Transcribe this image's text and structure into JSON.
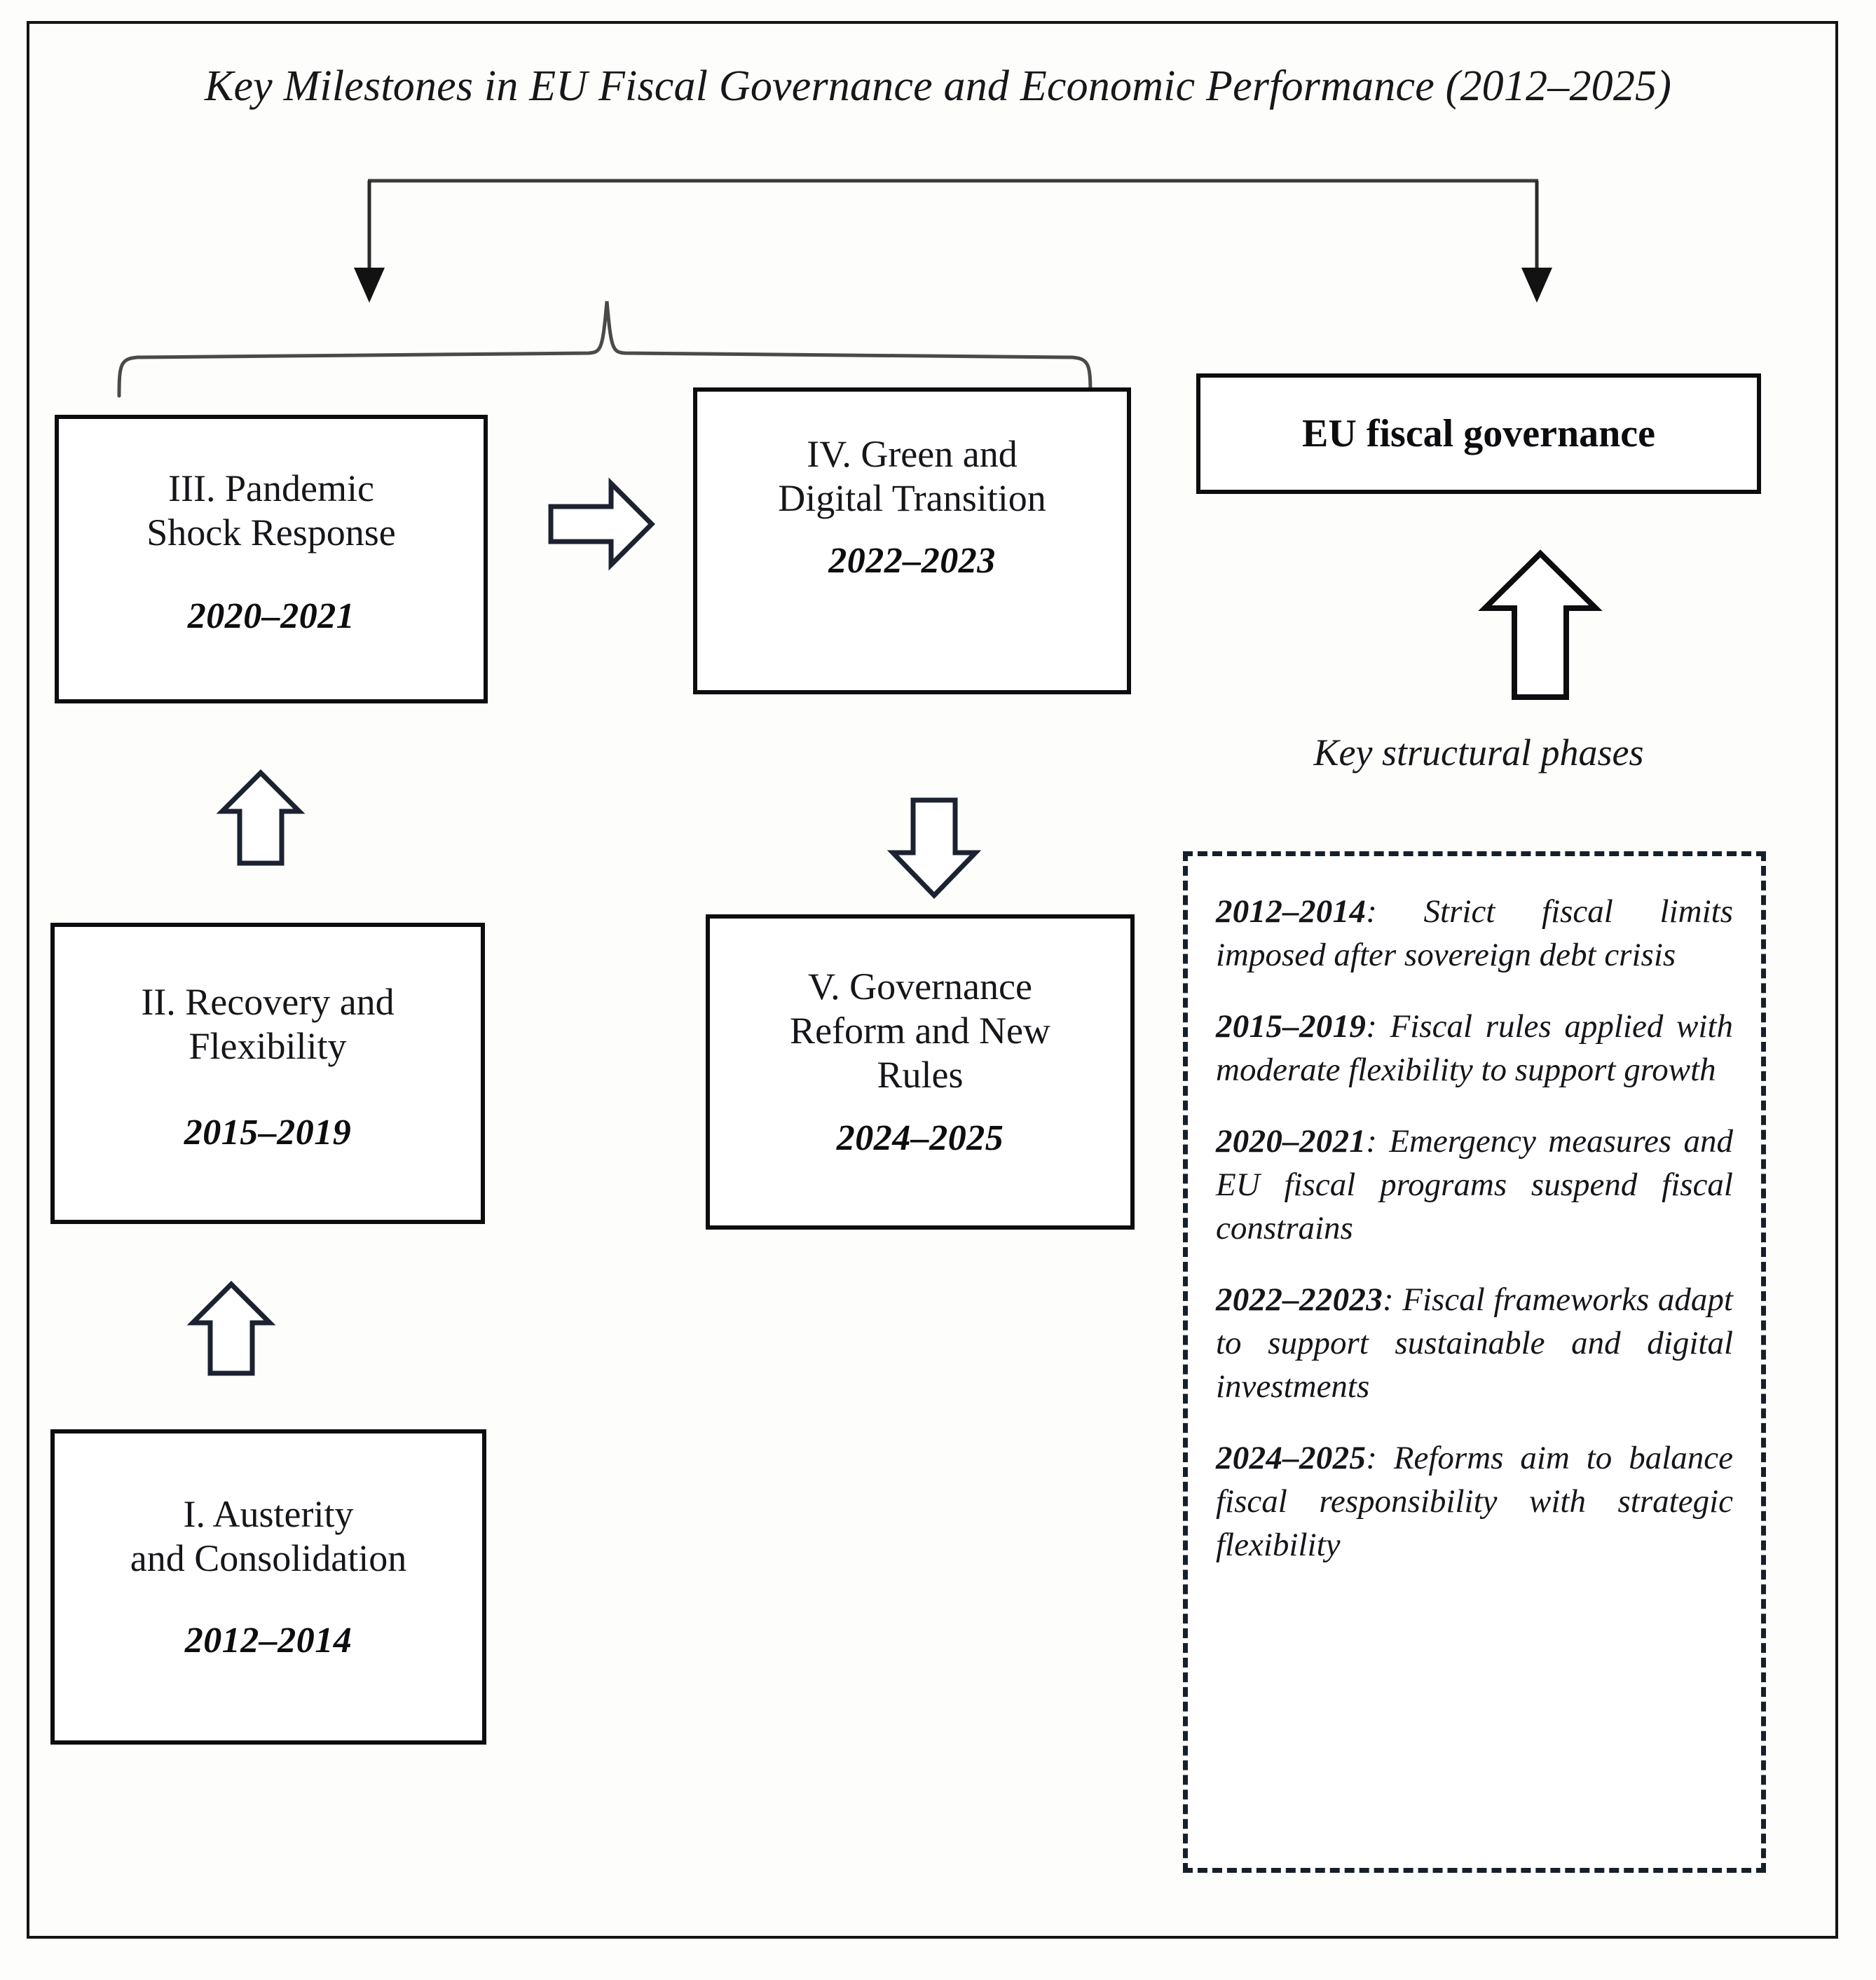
{
  "figure": {
    "title": "Key Milestones in EU Fiscal Governance and Economic Performance (2012–2025)"
  },
  "phases": [
    {
      "id": "austerity",
      "title": "I. Austerity\nand Consolidation",
      "title_line1": "I. Austerity",
      "title_line2": "and Consolidation",
      "years": "2012–2014"
    },
    {
      "id": "recovery",
      "title_line1": "II. Recovery and",
      "title_line2": "Flexibility",
      "years": "2015–2019"
    },
    {
      "id": "pandemic",
      "title_line1": "III. Pandemic",
      "title_line2": "Shock Response",
      "years": "2020–2021"
    },
    {
      "id": "green",
      "title_line1": "IV. Green and",
      "title_line2": "Digital Transition",
      "years": "2022–2023"
    },
    {
      "id": "reform",
      "title_line1": "V. Governance",
      "title_line2": "Reform and New",
      "title_line3": "Rules",
      "years": "2024–2025"
    }
  ],
  "governance": {
    "label": "EU fiscal governance"
  },
  "caption": {
    "key_structural_phases": "Key structural phases"
  },
  "legend": {
    "entries": [
      {
        "years": "2012–2014",
        "separator": ":",
        "text": " Strict fiscal limits imposed after sovereign debt crisis"
      },
      {
        "years": "2015–2019",
        "separator": ":",
        "text": " Fiscal rules applied with moderate flexibility to support growth"
      },
      {
        "years": "2020–2021",
        "separator": ":",
        "text": " Emergency measures and EU fiscal programs suspend fiscal constrains"
      },
      {
        "years": "2022–22023",
        "separator": ":",
        "text": " Fiscal frameworks adapt to support sustainable and digital investments"
      },
      {
        "years": "2024–2025",
        "separator": ":",
        "text": " Reforms aim to balance fiscal responsibility with strategic flexibility"
      }
    ]
  },
  "connectors": {
    "arrow_pandemic_to_green": "block-arrow-right",
    "arrow_green_to_reform": "block-arrow-down",
    "arrow_austerity_to_recovery": "block-arrow-up",
    "arrow_recovery_to_pandemic": "block-arrow-up",
    "arrow_phases_to_governance": "block-arrow-up-large",
    "top_connector": "line-arrow-split",
    "grouping_brace": "curly-brace-up"
  },
  "colors": {
    "stroke": "#0d0d10",
    "legend_border": "#15202b",
    "page_background": "#fdfdfc",
    "text": "#16161a"
  }
}
